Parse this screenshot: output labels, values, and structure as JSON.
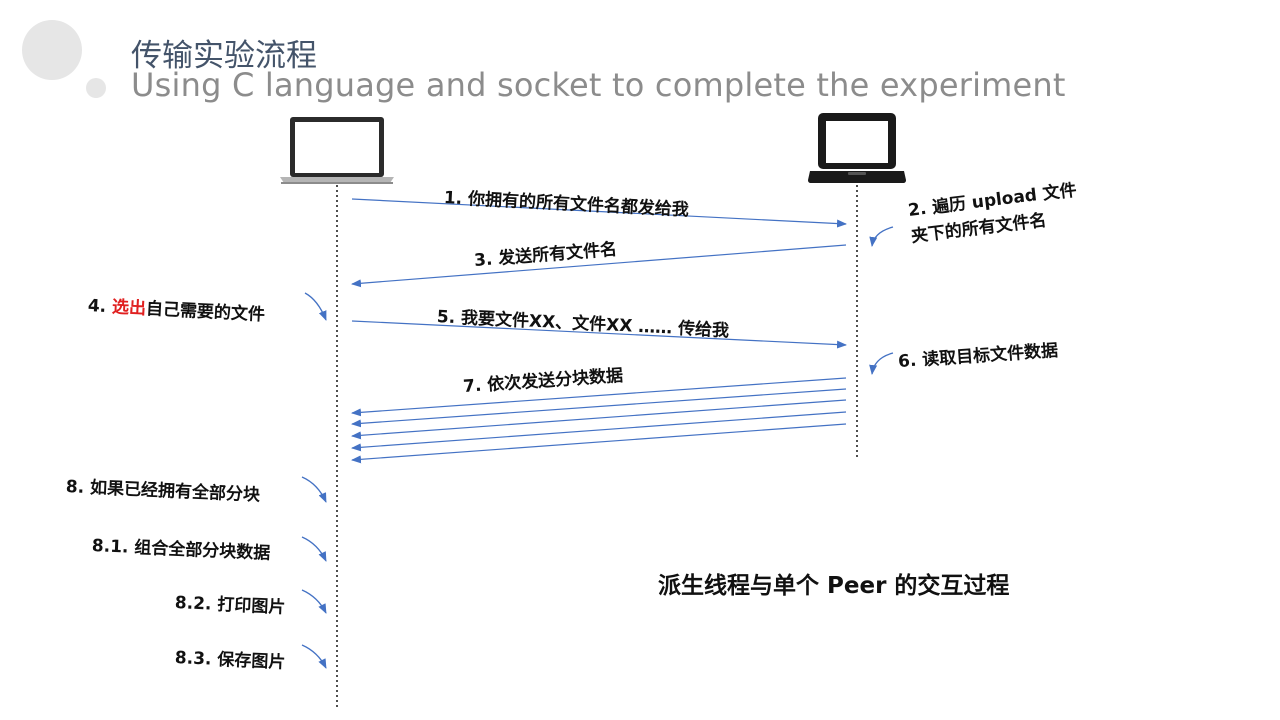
{
  "header": {
    "title": "传输实验流程",
    "subtitle": "Using C language and socket to complete the experiment"
  },
  "steps": {
    "s1": "1. 你拥有的所有文件名都发给我",
    "s2_line1": "2. 遍历 upload 文件",
    "s2_line2": "夹下的所有文件名",
    "s3": "3. 发送所有文件名",
    "s4_prefix": "4. ",
    "s4_highlight": "选出",
    "s4_suffix": "自己需要的文件",
    "s5": "5. 我要文件XX、文件XX …… 传给我",
    "s6": "6. 读取目标文件数据",
    "s7": "7. 依次发送分块数据",
    "s8": "8. 如果已经拥有全部分块",
    "s8_1": "8.1. 组合全部分块数据",
    "s8_2": "8.2. 打印图片",
    "s8_3": "8.3. 保存图片"
  },
  "caption": "派生线程与单个 Peer 的交互过程",
  "icons": {
    "left": "laptop-silver-icon",
    "right": "laptop-black-icon"
  },
  "colors": {
    "arrow": "#4472c4",
    "highlight": "#e02020",
    "title": "#44546a",
    "subtitle": "#8c8c8c"
  }
}
